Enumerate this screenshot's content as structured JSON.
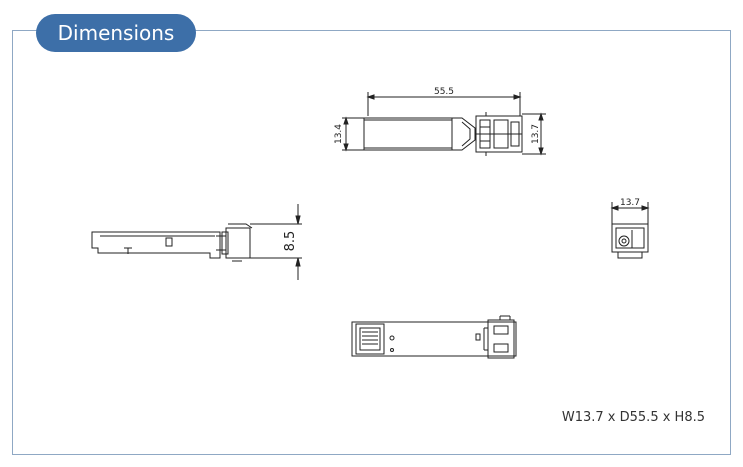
{
  "section": {
    "title": "Dimensions"
  },
  "views": {
    "top": {
      "width_label": "55.5",
      "left_height_label": "13.4",
      "right_height_label": "13.7"
    },
    "side": {
      "height_label": "8.5"
    },
    "front": {
      "width_label": "13.7"
    }
  },
  "spec_text": "W13.7 x D55.5 x H8.5",
  "colors": {
    "accent": "#3d6fa8",
    "frame": "#8fa8c4",
    "line": "#222222"
  }
}
